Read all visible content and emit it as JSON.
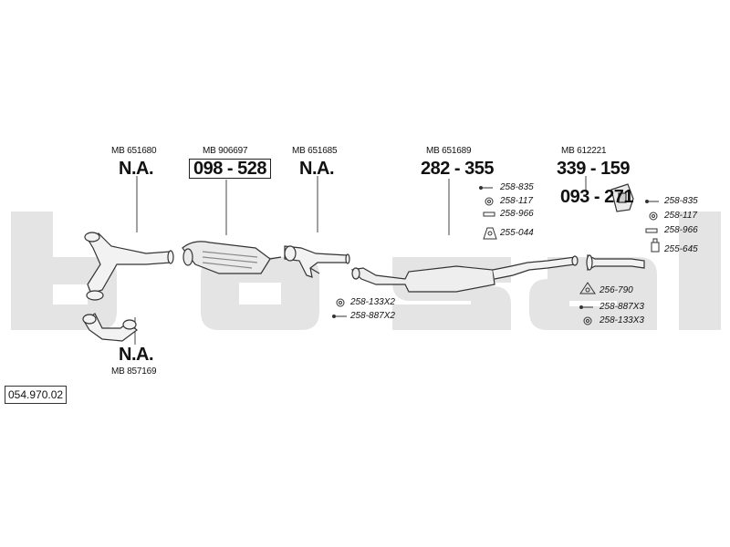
{
  "diagram_id": "054.970.02",
  "watermark_letters": [
    "b",
    "o",
    "s",
    "a",
    "l"
  ],
  "components": [
    {
      "key": "front_pipe",
      "ref": "MB 651680",
      "part": "N.A.",
      "boxed": false
    },
    {
      "key": "catalyst",
      "ref": "MB 906697",
      "part": "098 - 528",
      "boxed": true
    },
    {
      "key": "middle_pipe",
      "ref": "MB 651685",
      "part": "N.A.",
      "boxed": false
    },
    {
      "key": "center_silencer",
      "ref": "MB 651689",
      "part": "282 - 355",
      "boxed": false
    },
    {
      "key": "rear_silencer",
      "ref": "MB 612221",
      "part": "339 - 159",
      "boxed": false
    },
    {
      "key": "rear_subpart",
      "ref": "",
      "part": "093 - 271",
      "boxed": false
    },
    {
      "key": "downpipe",
      "ref": "MB 857169",
      "part": "N.A.",
      "boxed": false
    }
  ],
  "accessories": [
    {
      "key": "a1",
      "label": "258-835",
      "icon": "bolt-icon"
    },
    {
      "key": "a2",
      "label": "258-117",
      "icon": "ring-icon"
    },
    {
      "key": "a3",
      "label": "258-966",
      "icon": "clamp-icon"
    },
    {
      "key": "a4",
      "label": "255-044",
      "icon": "rubber-mount-icon"
    },
    {
      "key": "a5",
      "label": "258-835",
      "icon": "bolt-icon"
    },
    {
      "key": "a6",
      "label": "258-117",
      "icon": "ring-icon"
    },
    {
      "key": "a7",
      "label": "258-966",
      "icon": "clamp-icon"
    },
    {
      "key": "a8",
      "label": "255-645",
      "icon": "hanger-icon"
    },
    {
      "key": "a9",
      "label": "258-133X2",
      "icon": "nut-icon"
    },
    {
      "key": "a10",
      "label": "258-887X2",
      "icon": "bolt-icon"
    },
    {
      "key": "a11",
      "label": "256-790",
      "icon": "gasket-icon"
    },
    {
      "key": "a12",
      "label": "258-887X3",
      "icon": "bolt-icon"
    },
    {
      "key": "a13",
      "label": "258-133X3",
      "icon": "nut-icon"
    }
  ]
}
